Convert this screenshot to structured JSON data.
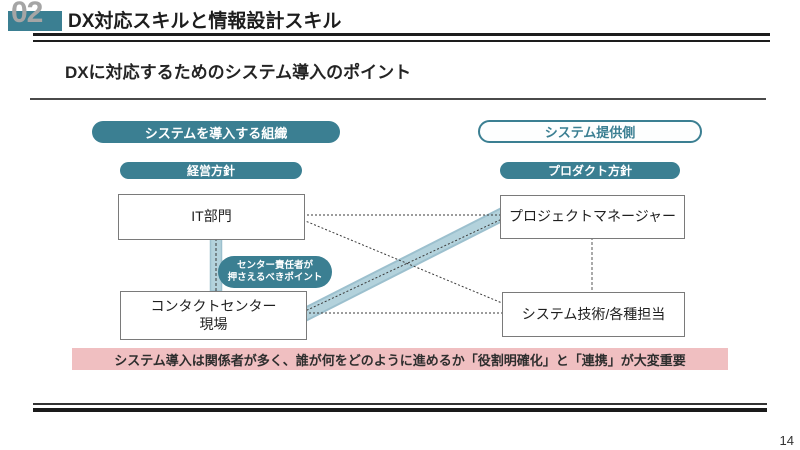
{
  "slide": {
    "header": {
      "number": "02",
      "title": "DX対応スキルと情報設計スキル"
    },
    "subtitle": "DXに対応するためのシステム導入のポイント",
    "diagram": {
      "left_group_label": "システムを導入する組織",
      "right_group_label": "システム提供側",
      "left_policy_label": "経営方針",
      "right_policy_label": "プロダクト方針",
      "boxes": {
        "it": "IT部門",
        "pm": "プロジェクトマネージャー",
        "contact_line1": "コンタクトセンター",
        "contact_line2": "現場",
        "tech": "システム技術/各種担当"
      },
      "callout": {
        "line1": "センター責任者が",
        "line2": "押さえるべきポイント"
      }
    },
    "banner": "システム導入は関係者が多く、誰が何をどのように進めるか「役割明確化」と「連携」が大変重要",
    "page_number": "14",
    "colors": {
      "teal": "#3b7f92",
      "band_light_teal": "#b3d2dc",
      "band_edge_teal": "#9cc0ce",
      "banner_pink": "#f0bfc1",
      "number_gray": "#a5a5a5"
    }
  }
}
